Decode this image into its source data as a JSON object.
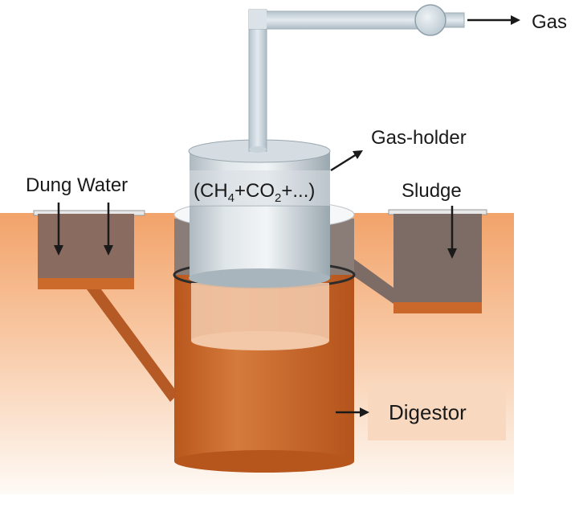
{
  "labels": {
    "gas": "Gas",
    "gas_holder": "Gas-holder",
    "dung_water": "Dung Water",
    "sludge": "Sludge",
    "digestor": "Digestor"
  },
  "formula": {
    "open": "(CH",
    "sub1": "4",
    "mid": "+CO",
    "sub2": "2",
    "close": "+...)"
  },
  "colors": {
    "soil_top": "#f3a56d",
    "soil_bottom": "#fdf6f0",
    "slurry": "#c9682a",
    "inlet_tank": "#8c6c62",
    "pipe_gray": "#c8d4dc",
    "holder_light": "#e6ebee",
    "holder_dark": "#aab6bd"
  }
}
